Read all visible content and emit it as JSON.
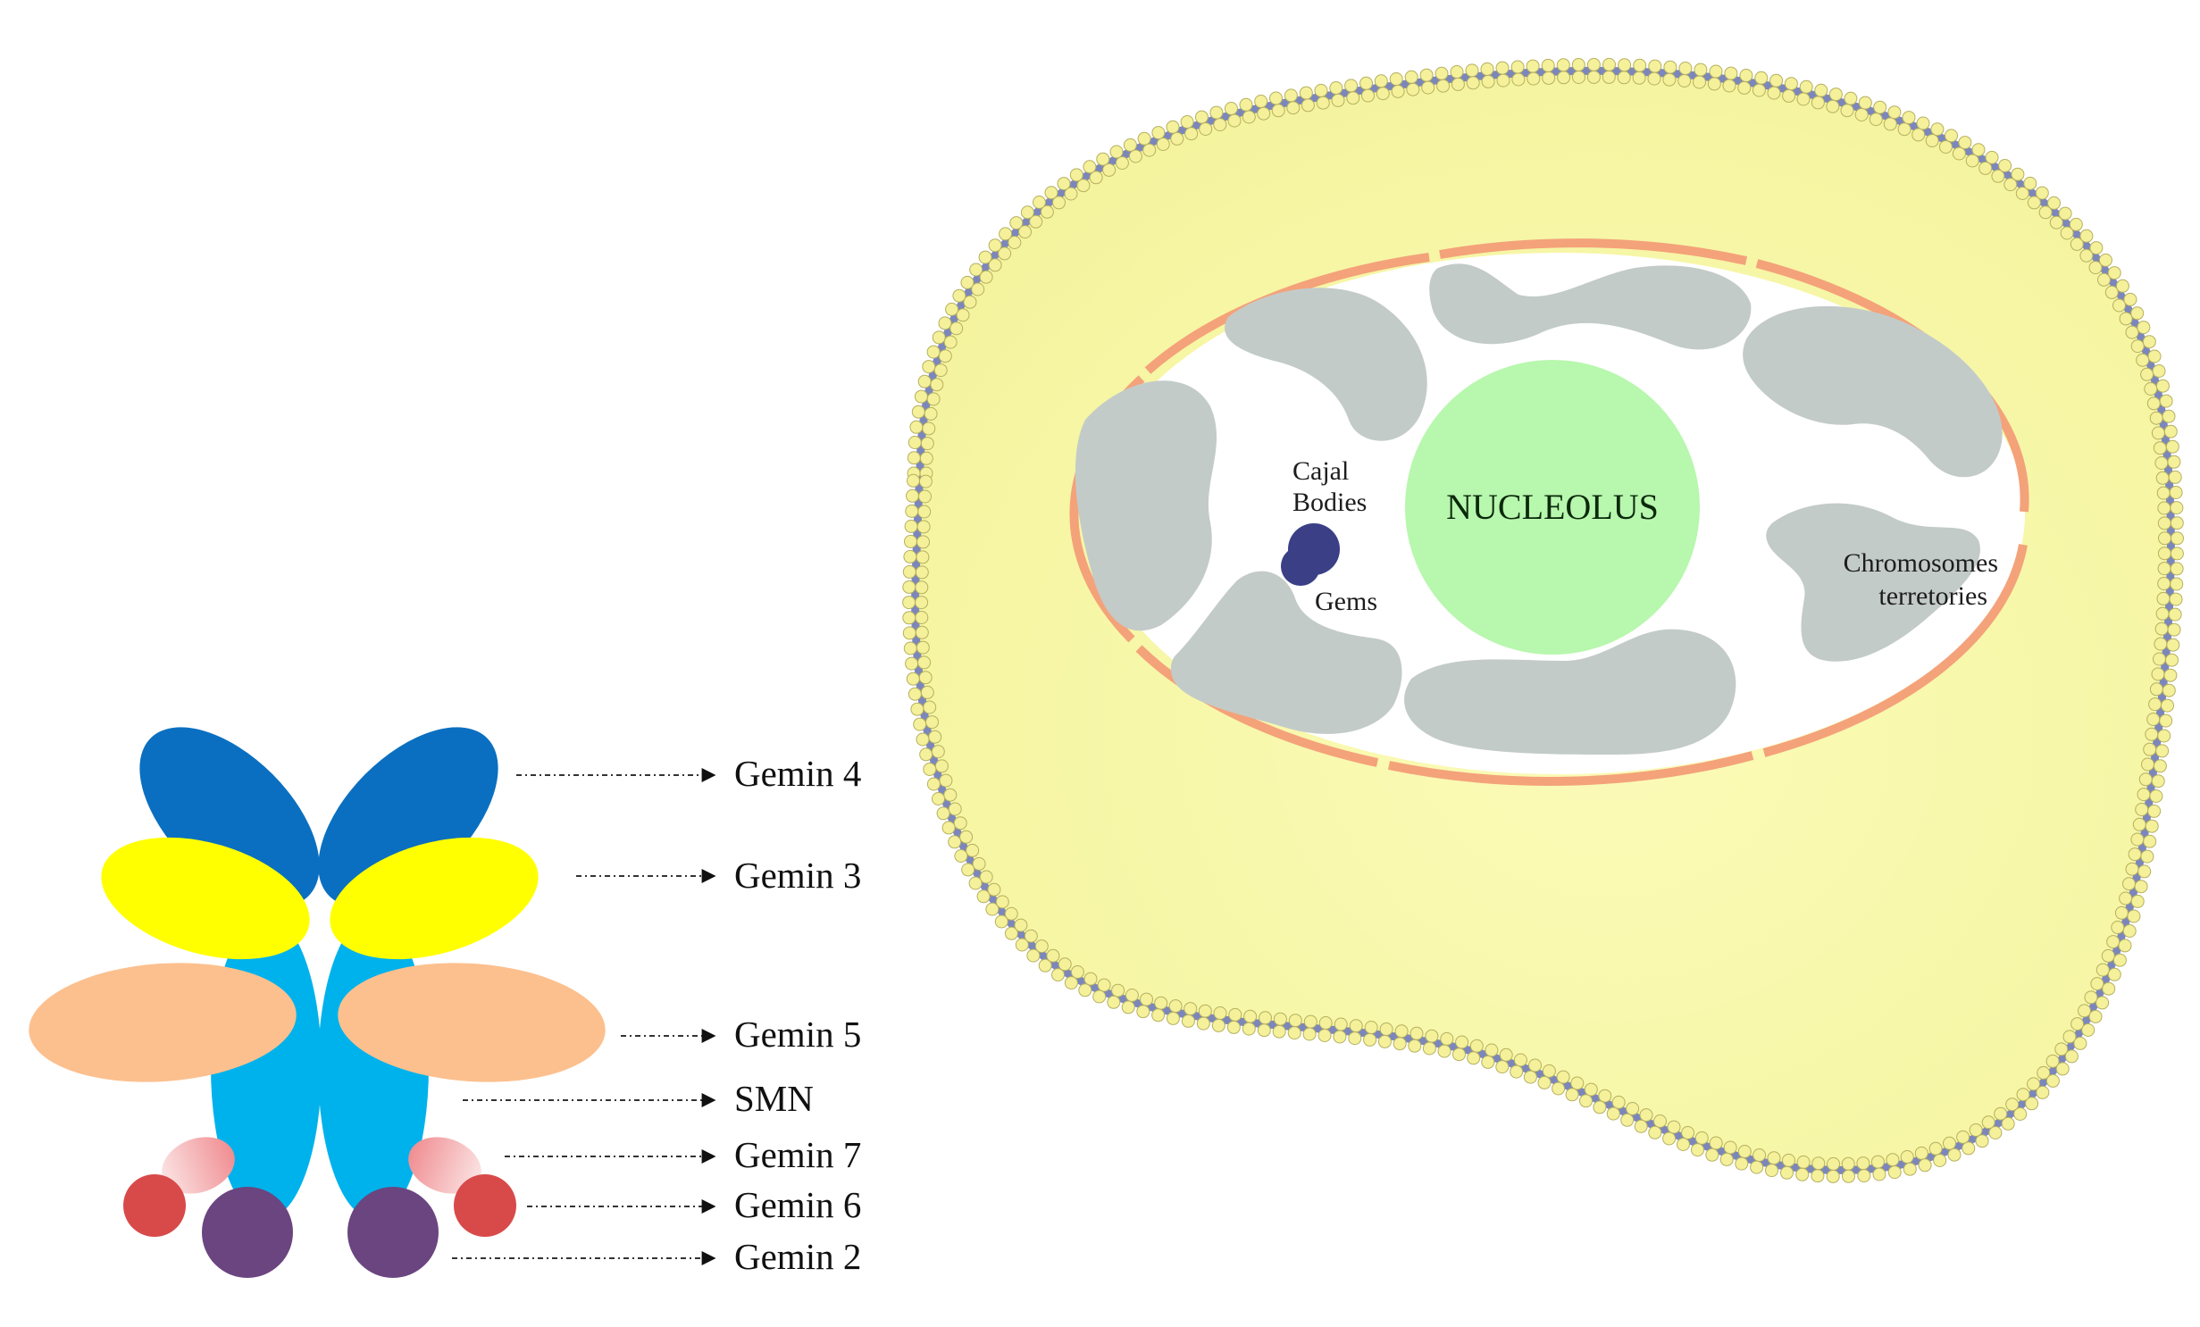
{
  "smn_complex": {
    "labels": {
      "gemin4": "Gemin 4",
      "gemin3": "Gemin 3",
      "gemin5": "Gemin 5",
      "smn": "SMN",
      "gemin7": "Gemin 7",
      "gemin6": "Gemin 6",
      "gemin2": "Gemin 2"
    },
    "colors": {
      "gemin4": "#0a6fc0",
      "gemin3": "#ffff00",
      "gemin5": "#fcc08e",
      "smn": "#00b2ec",
      "gemin7": "#f7c6c7",
      "gemin6": "#d84a4a",
      "gemin2": "#6a4580"
    }
  },
  "cell": {
    "labels": {
      "nucleolus": "NUCLEOLUS",
      "cajal_line1": "Cajal",
      "cajal_line2": "Bodies",
      "gems": "Gems",
      "chromosomes_line1": "Chromosomes",
      "chromosomes_line2": "terretories"
    },
    "colors": {
      "cytoplasm": "#f8f8a8",
      "membrane_bead": "#f5f09a",
      "membrane_core": "#7b86bd",
      "nuclear_envelope": "#f4a27a",
      "chromatin": "#c3cbc9",
      "nucleolus": "#b8f7ae",
      "cajal_body": "#3a3f86"
    }
  }
}
